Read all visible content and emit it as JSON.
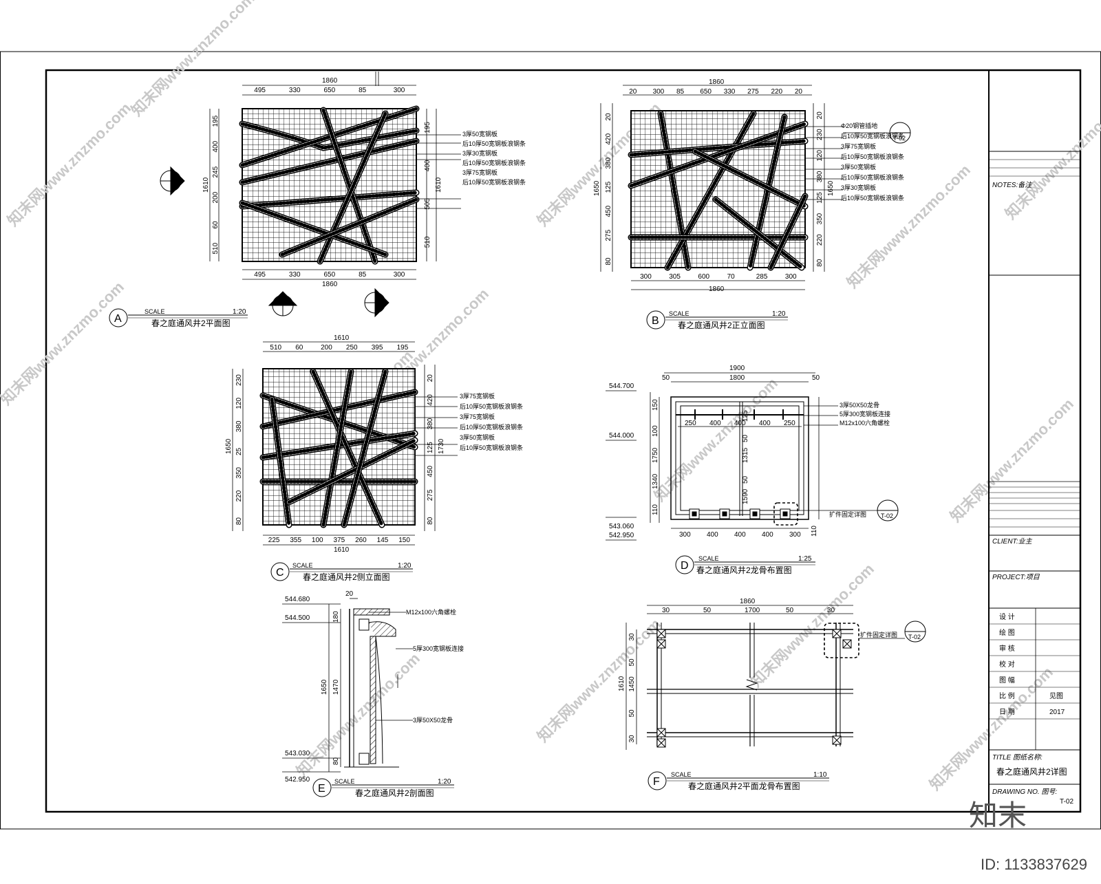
{
  "views": {
    "A": {
      "letter": "A",
      "scale_word": "SCALE",
      "scale": "1:20",
      "title": "春之庭通风井2平面图",
      "top_total": "1860",
      "top_segs": [
        "495",
        "330",
        "650",
        "85",
        "300"
      ],
      "bottom_total": "1860",
      "bottom_segs": [
        "495",
        "330",
        "650",
        "85",
        "300"
      ],
      "left_total": "1610",
      "left_segs": [
        "195",
        "400",
        "245",
        "200",
        "60",
        "510"
      ],
      "right_total": "1610",
      "right_segs": [
        "195",
        "400",
        "505",
        "510"
      ],
      "notes": [
        "3厚50宽钢板",
        "后10厚50宽钢板浪钢条",
        "3厚30宽钢板",
        "后10厚50宽钢板浪钢条",
        "3厚75宽钢板",
        "后10厚50宽钢板浪钢条"
      ]
    },
    "B": {
      "letter": "B",
      "scale_word": "SCALE",
      "scale": "1:20",
      "title": "春之庭通风井2正立面图",
      "top_total": "1860",
      "top_segs": [
        "20",
        "300",
        "85",
        "650",
        "330",
        "275",
        "220",
        "20"
      ],
      "bottom_total": "1860",
      "bottom_segs": [
        "300",
        "305",
        "600",
        "70",
        "285",
        "300"
      ],
      "left_total": "1650",
      "left_segs": [
        "20",
        "420",
        "380",
        "125",
        "450",
        "275",
        "80"
      ],
      "right_total": "1650",
      "right_segs": [
        "20",
        "230",
        "120",
        "380",
        "125",
        "350",
        "220",
        "80"
      ],
      "notes": [
        "Φ20钢管插地",
        "后10厚50宽钢板浪钢条",
        "3厚75宽钢板",
        "后10厚50宽钢板浪钢条",
        "3厚50宽钢板",
        "后10厚50宽钢板浪钢条",
        "3厚30宽钢板",
        "后10厚50宽钢板浪钢条"
      ],
      "ref": "T-02"
    },
    "C": {
      "letter": "C",
      "scale_word": "SCALE",
      "scale": "1:20",
      "title": "春之庭通风井2侧立面图",
      "top_total": "1610",
      "top_segs": [
        "510",
        "60",
        "200",
        "250",
        "395",
        "195"
      ],
      "bottom_total": "1610",
      "bottom_segs": [
        "225",
        "355",
        "100",
        "375",
        "260",
        "145",
        "150"
      ],
      "left_total": "1650",
      "left_segs": [
        "230",
        "120",
        "380",
        "25",
        "350",
        "220",
        "80"
      ],
      "right_total": "1730",
      "right_segs": [
        "20",
        "420",
        "380",
        "125",
        "450",
        "275",
        "80"
      ],
      "notes": [
        "3厚75宽钢板",
        "后10厚50宽钢板浪钢条",
        "3厚75宽钢板",
        "后10厚50宽钢板浪钢条",
        "3厚50宽钢板",
        "后10厚50宽钢板浪钢条"
      ]
    },
    "D": {
      "letter": "D",
      "scale_word": "SCALE",
      "scale": "1:25",
      "title": "春之庭通风井2龙骨布置图",
      "top_total": "1900",
      "top_inner": "1800",
      "top_side": "50",
      "inner_segs": [
        "250",
        "400",
        "400",
        "400",
        "250"
      ],
      "bottom_segs": [
        "300",
        "400",
        "400",
        "400",
        "300"
      ],
      "levels": [
        "544.700",
        "544.000",
        "543.060",
        "542.950"
      ],
      "left_dims": [
        "150",
        "100",
        "1750",
        "1340",
        "110"
      ],
      "inner_dims": [
        "125",
        "50",
        "1315",
        "50",
        "1590"
      ],
      "notes": [
        "3厚50X50龙骨",
        "5厚300宽钢板连接",
        "M12x100六角螺栓",
        "扩件固定详图"
      ],
      "right_dim": "110",
      "ref": "T-02"
    },
    "E": {
      "letter": "E",
      "scale_word": "SCALE",
      "scale": "1:20",
      "title": "春之庭通风井2剖面图",
      "levels": [
        "544.680",
        "544.500",
        "543.030",
        "542.950"
      ],
      "dims": [
        "20",
        "180",
        "1650",
        "1470",
        "80"
      ],
      "notes": [
        "M12x100六角螺栓",
        "5厚300宽钢板连接",
        "3厚50X50龙骨"
      ]
    },
    "F": {
      "letter": "F",
      "scale_word": "SCALE",
      "scale": "1:10",
      "title": "春之庭通风井2平面龙骨布置图",
      "top_total": "1860",
      "top_segs": [
        "30",
        "50",
        "1700",
        "50",
        "30"
      ],
      "left_total": "1610",
      "left_segs": [
        "30",
        "50",
        "1450",
        "50",
        "30"
      ],
      "notes": [
        "扩件固定详图"
      ],
      "ref": "T-02"
    }
  },
  "titleblock": {
    "notes_label": "NOTES:备注",
    "client_label": "CLIENT:业主",
    "project_label": "PROJECT:项目",
    "rows": [
      [
        "设 计",
        ""
      ],
      [
        "绘 图",
        ""
      ],
      [
        "审 核",
        ""
      ],
      [
        "校 对",
        ""
      ],
      [
        "图 幅",
        ""
      ],
      [
        "比 例",
        "见图"
      ],
      [
        "日 期",
        "2017"
      ]
    ],
    "sheet_label": "图号",
    "sheet_value": "T-02",
    "title_label": "TITLE 图纸名称:",
    "title_value": "春之庭通风井2详图",
    "drawing_no_label": "DRAWING NO. 图号:"
  },
  "watermark": "知末网www.znzmo.com",
  "brand": "知末",
  "id_text": "ID: 1133837629"
}
